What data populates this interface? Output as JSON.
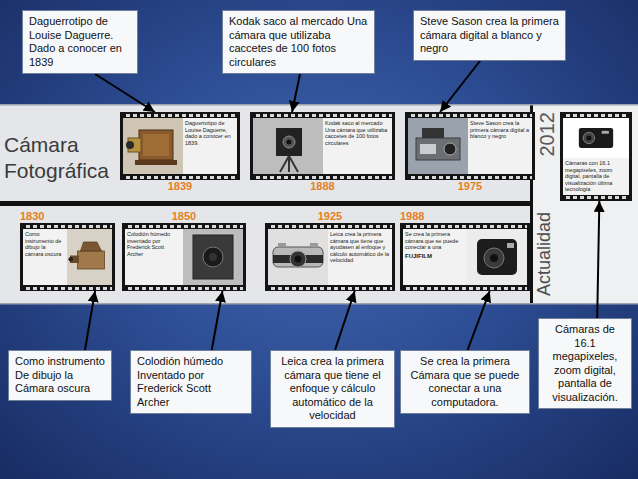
{
  "diagram": {
    "title": "Cámara Fotográfica",
    "nodes": [
      {
        "text": [
          "Daguerrotipo de Louise Daguerre. Dado a conocer en 1839"
        ]
      },
      {
        "text": [
          "Kodak saco al mercado Una cámara que utilizaba caccetes de 100 fotos circulares"
        ]
      },
      {
        "text": [
          "Steve Sason crea la primera cámara digital a blanco y negro"
        ]
      },
      {
        "text": [
          "Daguerrotipo de Louise Daguerre, dado a conocer en 1839.",
          "1839"
        ]
      },
      {
        "text": [
          "Kodak saco al mercado Una cámara que utilizaba caccetes de 100 fotos circulares",
          "1888"
        ]
      },
      {
        "text": [
          "Steve Sason crea la primera cámara digital a blanco y negro",
          "1975"
        ]
      },
      {
        "text": [
          "2012",
          "Cámaras con 16.1 megapixeles, zoom digital, pantalla de visualización última tecnología"
        ]
      },
      {
        "text": [
          "1830",
          "Como instrumento de dibujo la cámara oscura"
        ]
      },
      {
        "text": [
          "1850",
          "Colodión húmedo inventado por Frederick Scott Archer"
        ]
      },
      {
        "text": [
          "1925",
          "Leica crea la primera cámara que tiene que ayudasen al enfoque y cálculo automático de la velocidad"
        ]
      },
      {
        "text": [
          "1988",
          "Se crea la primera cámara que se puede conectar a una"
        ]
      },
      {
        "text": [
          "Como instrumento De dibujo la Cámara oscura"
        ]
      },
      {
        "text": [
          "Colodión húmedo Inventado por Frederick Scott Archer"
        ]
      },
      {
        "text": [
          "Leica crea la primera cámara que tiene el enfoque y cálculo automático de la velocidad"
        ]
      },
      {
        "text": [
          "Se crea la primera Cámara que se puede conectar a una computadora."
        ]
      },
      {
        "text": [
          "Cámaras de 16.1 megapixeles, zoom digital, pantalla de visualización."
        ]
      }
    ],
    "edges": [
      {
        "from": 0,
        "to": 3,
        "arrow": "to"
      },
      {
        "from": 1,
        "to": 4,
        "arrow": "to"
      },
      {
        "from": 2,
        "to": 5,
        "arrow": "to"
      },
      {
        "from": 11,
        "to": 7,
        "arrow": "to"
      },
      {
        "from": 12,
        "to": 8,
        "arrow": "to"
      },
      {
        "from": 13,
        "to": 9,
        "arrow": "to"
      },
      {
        "from": 14,
        "to": 10,
        "arrow": "to"
      },
      {
        "from": 15,
        "to": 6,
        "arrow": "to"
      }
    ],
    "labels": [
      "Actualidad",
      "FUJIFILM"
    ]
  }
}
